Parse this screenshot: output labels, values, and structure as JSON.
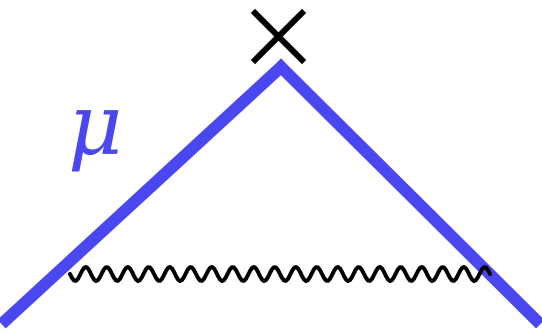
{
  "diagram": {
    "labels": {
      "fermion": "μ"
    },
    "colors": {
      "fermion_line": "#4a46f0",
      "photon_line": "#000000",
      "vertex_marker": "#000000",
      "label": "#4a46f0"
    },
    "icons": {
      "vertex_marker": "cross-icon",
      "photon": "wavy-line",
      "fermion": "straight-line"
    }
  }
}
